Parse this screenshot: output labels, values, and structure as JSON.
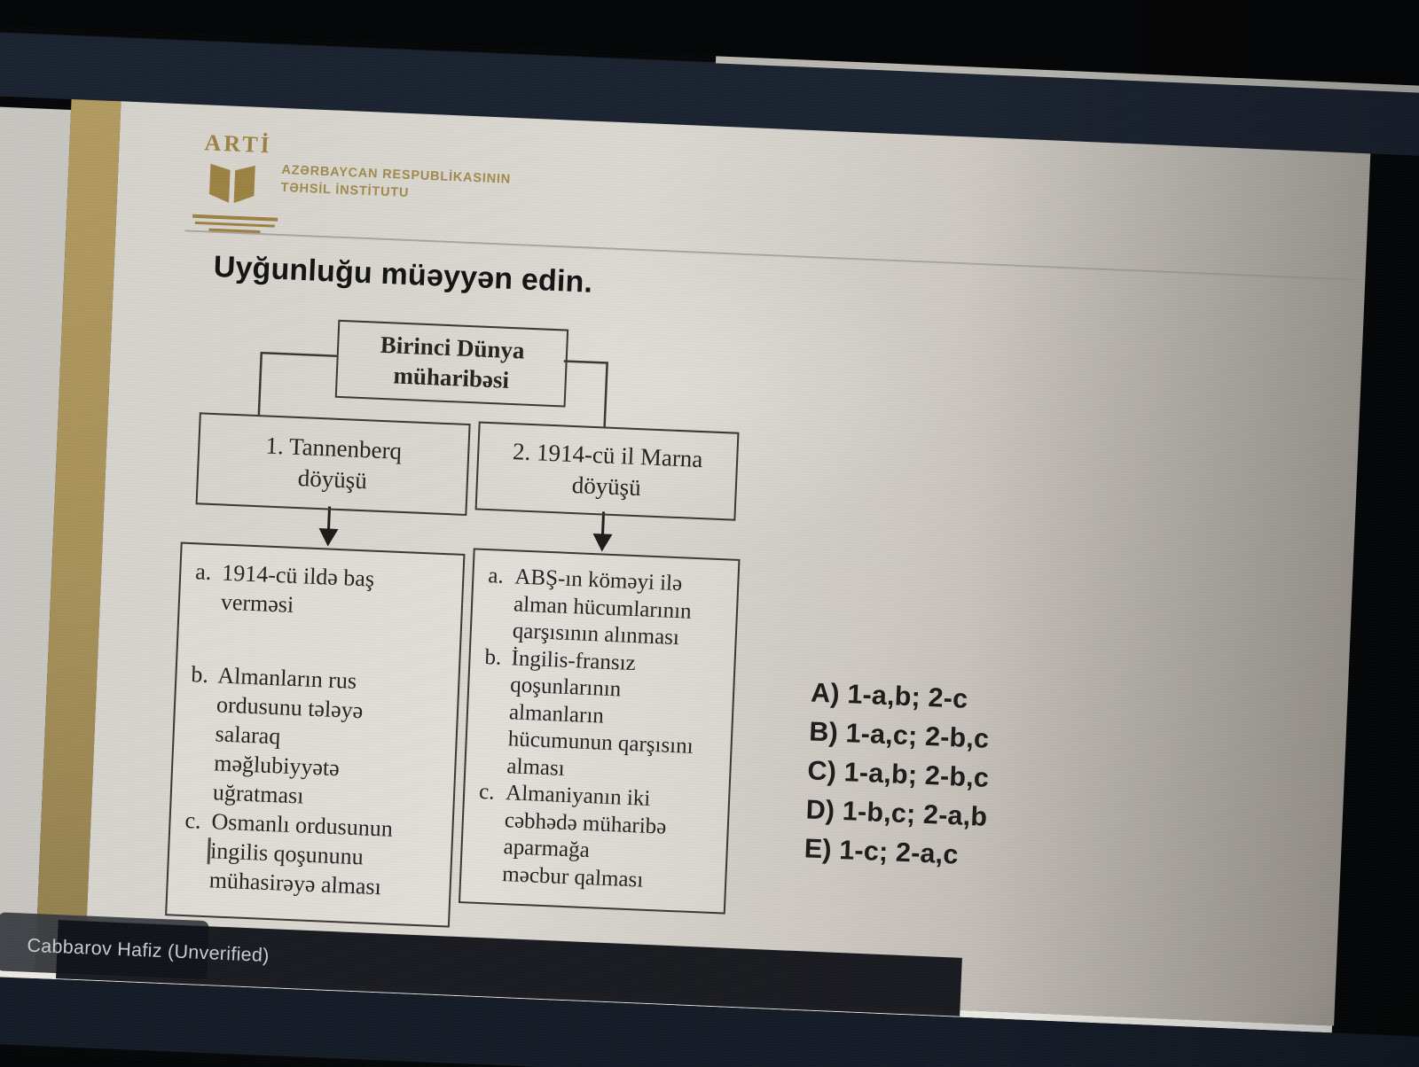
{
  "meeting": {
    "participant_overlay": "Cabbarov Hafiz (Unverified)"
  },
  "slide": {
    "logo": {
      "brand": "ARTİ",
      "org_line1": "AZƏRBAYCAN RESPUBLİKASININ",
      "org_line2": "TƏHSİL İNSTİTUTU"
    },
    "title": "Uyğunluğu müəyyən edin.",
    "diagram": {
      "root_label": "Birinci Dünya\nmüharibəsi",
      "branches": [
        {
          "box_label": "1. Tannenberq\ndöyüşü",
          "items": [
            {
              "marker": "a.",
              "text": "1914-cü ildə baş\nverməsi"
            },
            {
              "marker": "b.",
              "text": "Almanların rus\nordusunu tələyə\nsalaraq\nməğlubiyyətə\nuğratması"
            },
            {
              "marker": "c.",
              "text": "Osmanlı ordusunun\ningilis qoşununu\nmühasirəyə alması"
            }
          ]
        },
        {
          "box_label": "2. 1914-cü il Marna\ndöyüşü",
          "items": [
            {
              "marker": "a.",
              "text": "ABŞ-ın köməyi ilə\nalman hücumlarının\nqarşısının alınması"
            },
            {
              "marker": "b.",
              "text": "İngilis-fransız\nqoşunlarının\nalmanların\nhücumunun qarşısını\nalması"
            },
            {
              "marker": "c.",
              "text": "Almaniyanın iki\ncəbhədə müharibə\naparmağa\nməcbur qalması"
            }
          ]
        }
      ]
    },
    "options": [
      "A) 1-a,b; 2-c",
      "B) 1-a,c; 2-b,c",
      "C) 1-a,b; 2-b,c",
      "D) 1-b,c; 2-a,b",
      "E) 1-c; 2-a,c"
    ]
  },
  "colors": {
    "stage_navy": "#1b2330",
    "slide_cream": "#d6d3cc",
    "gold_stripe": "#a8915a",
    "logo_gold": "#9c8243",
    "box_border": "#3a3733",
    "text_dark": "#262421",
    "overlay_bar": "#101218",
    "overlay_text": "#c9cdd3"
  }
}
